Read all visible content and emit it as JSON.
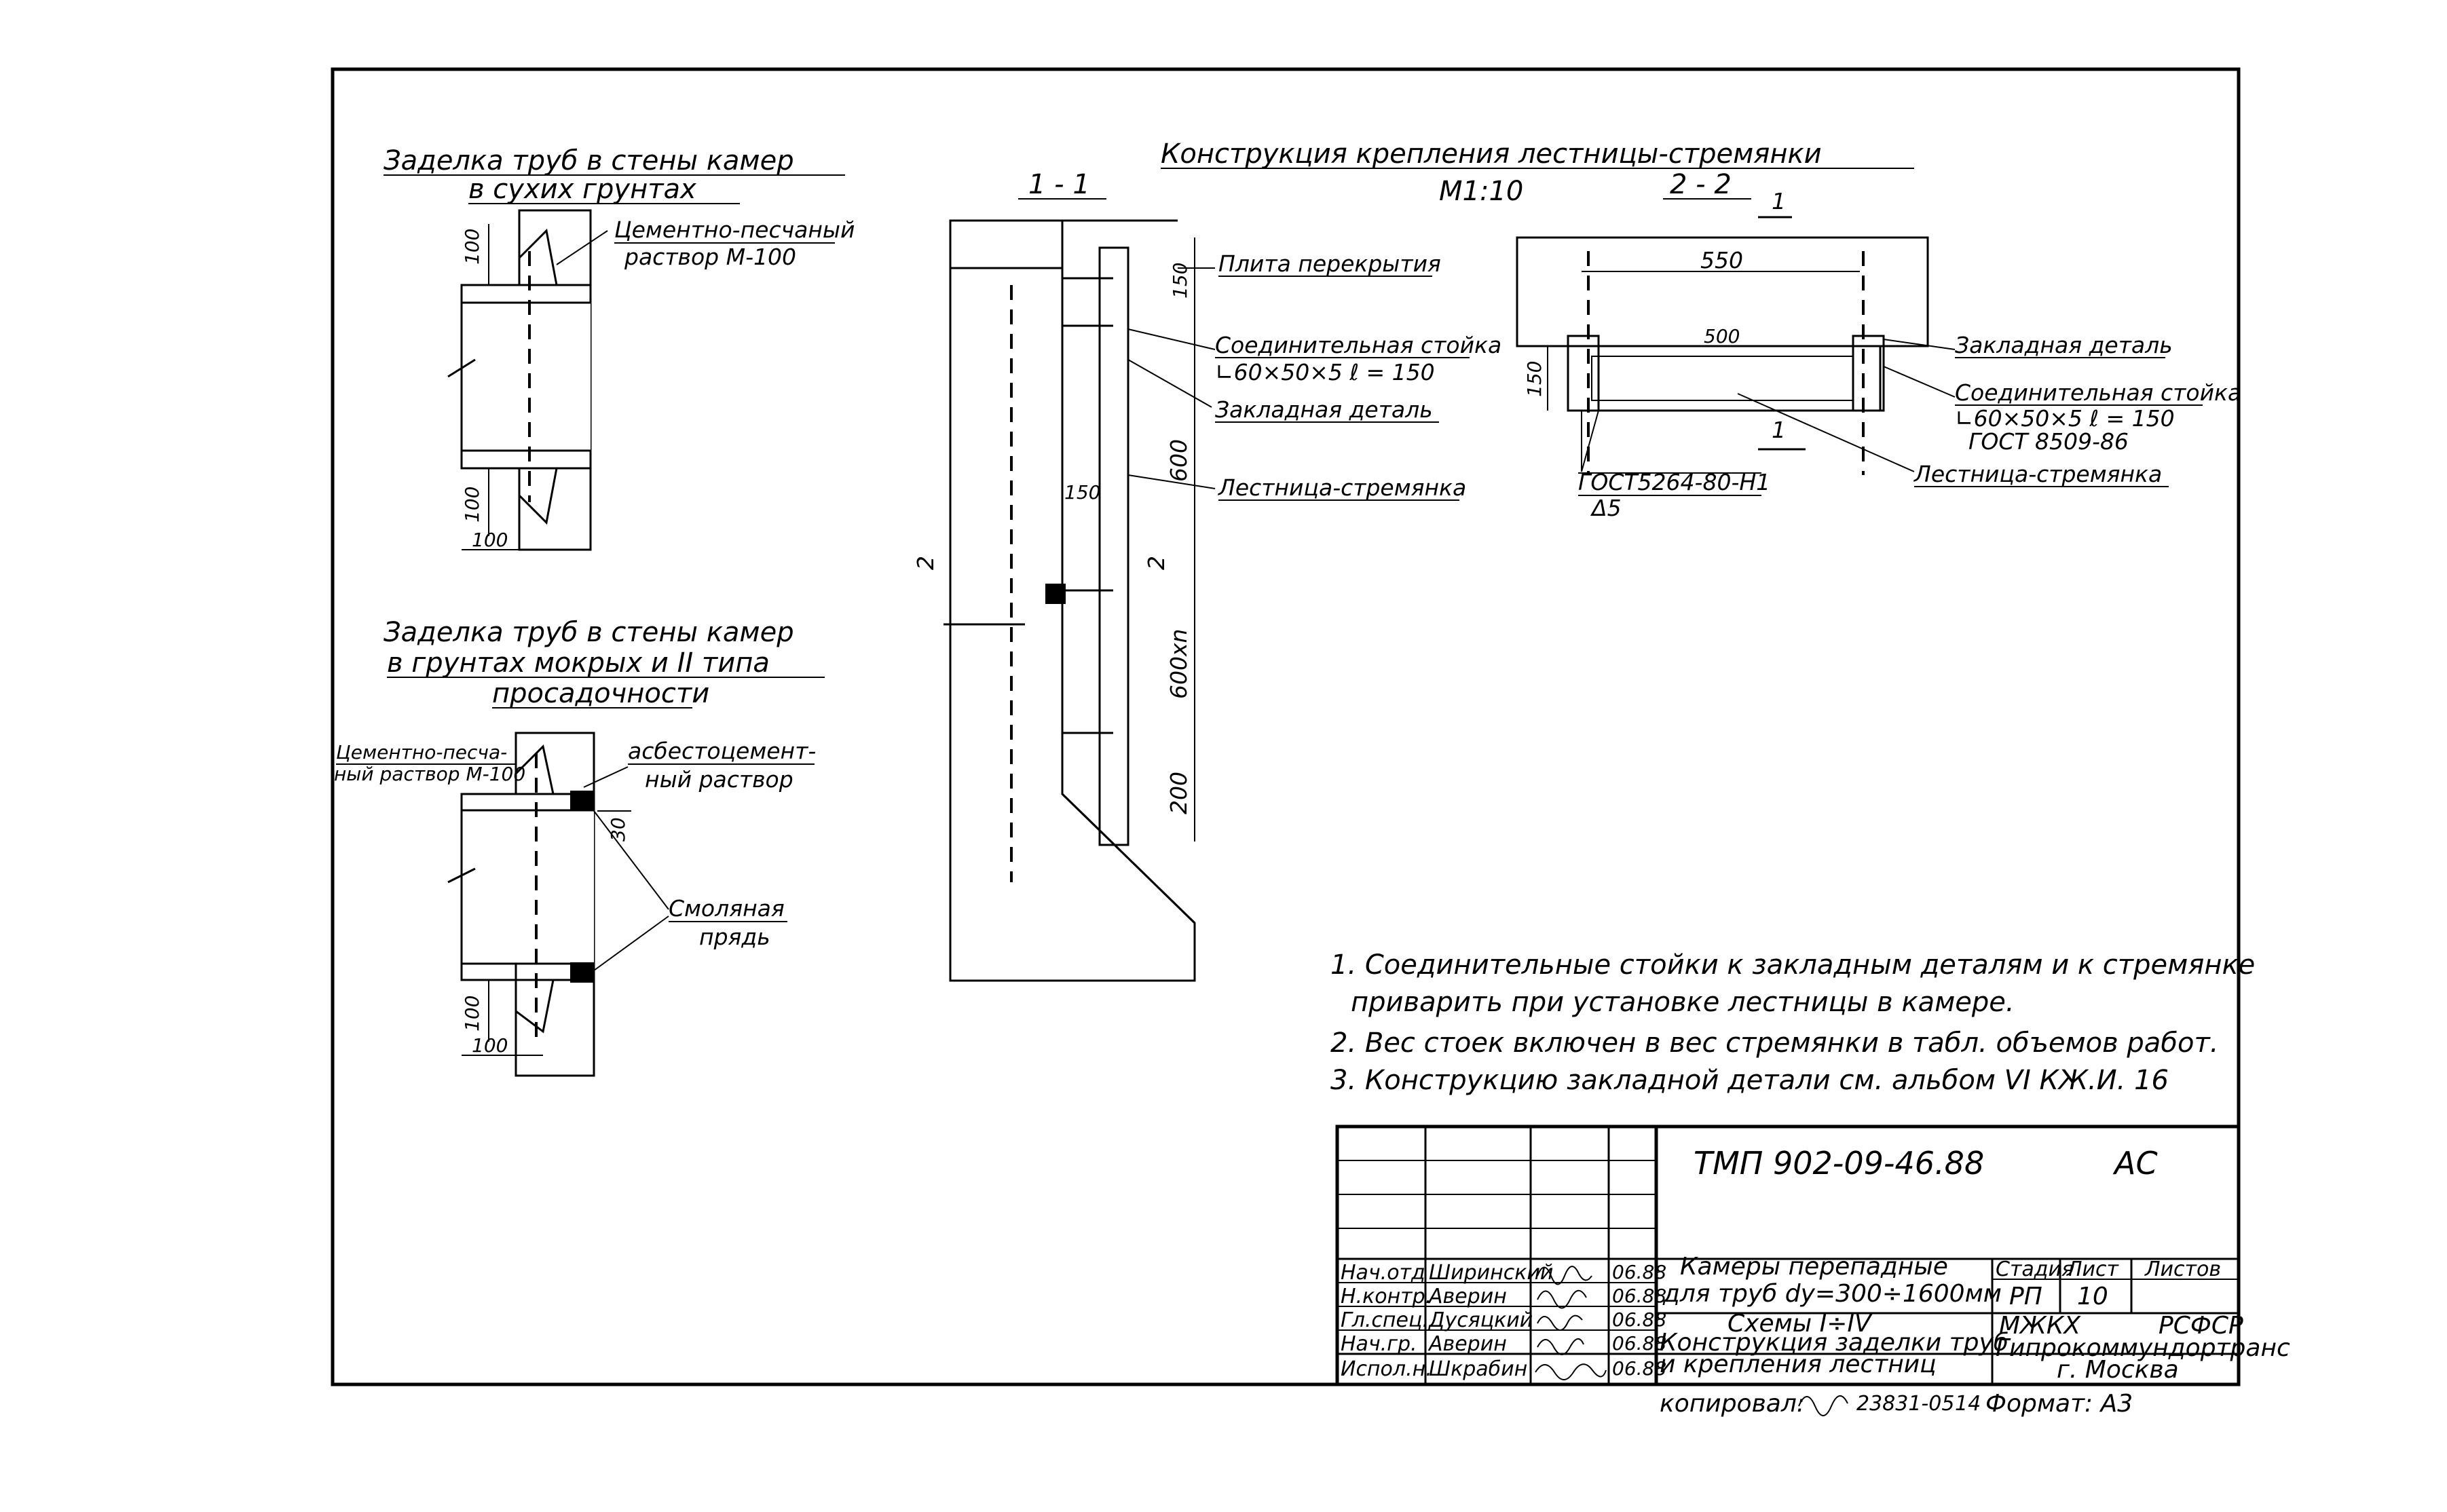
{
  "left_top": {
    "title_line1": "Заделка труб в стены камер",
    "title_line2": "в сухих грунтах",
    "mortar_label_line1": "Цементно-песчаный",
    "mortar_label_line2": "раствор М-100",
    "dim_100_top": "100",
    "dim_100_bottom": "100",
    "dim_100_horizontal": "100"
  },
  "left_bottom": {
    "title_line1": "Заделка труб в стены камер",
    "title_line2": "в грунтах мокрых и II типа",
    "title_line3": "просадочности",
    "mortar_label_line1": "Цементно-песча-",
    "mortar_label_line2": "ный раствор М-100",
    "asbestos_line1": "асбестоцемент-",
    "asbestos_line2": "ный раствор",
    "dim_30": "30",
    "tar_line1": "Смоляная",
    "tar_line2": "прядь",
    "dim_100_vertical": "100",
    "dim_100_horizontal": "100"
  },
  "middle": {
    "title": "Конструкция крепления лестницы-стремянки",
    "scale": "М1:10",
    "section_11": "1 - 1",
    "section_22_mark": "2",
    "dim_150_top": "150",
    "dim_150_mid": "150",
    "dim_600": "600",
    "dim_600xn": "600хn",
    "dim_200": "200",
    "labels": {
      "slab": "Плита перекрытия",
      "post_line1": "Соединительная стойка",
      "post_line2": "∟60×50×5   ℓ = 150",
      "embedded": "Закладная деталь",
      "ladder": "Лестница-стремянка"
    }
  },
  "right": {
    "section_22": "2 - 2",
    "section_mark": "1",
    "dim_550": "550",
    "dim_500": "500",
    "dim_150": "150",
    "embedded": "Закладная деталь",
    "post_line1": "Соединительная стойка",
    "post_line2": "∟60×50×5   ℓ = 150",
    "post_line3": "ГОСТ 8509-86",
    "weld_line1": "ГОСТ5264-80-Н1",
    "weld_line2": "Δ5",
    "ladder": "Лестница-стремянка"
  },
  "notes": [
    "1. Соединительные стойки к закладным деталям и к стремянке",
    "приварить при установке лестницы в камере.",
    "2. Вес стоек включен в вес стремянки в табл. объемов работ.",
    "3. Конструкцию закладной детали см. альбом VI  КЖ.И. 16"
  ],
  "title_block": {
    "code": "ТМП 902-09-46.88",
    "mark": "АС",
    "signatures": [
      {
        "role": "Нач.отд",
        "name": "Ширинский",
        "date": "06.88"
      },
      {
        "role": "Н.контр.",
        "name": "Аверин",
        "date": "06.88"
      },
      {
        "role": "Гл.спец.",
        "name": "Дусяцкий",
        "date": "06.88"
      },
      {
        "role": "Нач.гр.",
        "name": "Аверин",
        "date": "06.88"
      },
      {
        "role": "Испол.н.",
        "name": "Шкрабин",
        "date": "06.88"
      }
    ],
    "object_line1": "Камеры перепадные",
    "object_line2": "для труб dу=300÷1600мм",
    "sheet_line1": "Схемы I÷IV",
    "sheet_line2": "Конструкция заделки труб",
    "sheet_line3": "и крепления лестниц",
    "stage_header": "Стадия",
    "sheet_header": "Лист",
    "sheets_header": "Листов",
    "stage": "РП",
    "sheet": "10",
    "org_line1a": "МЖКХ",
    "org_line1b": "РСФСР",
    "org_line2": "Гипрокоммундортранс",
    "org_line3": "г. Москва"
  },
  "footer": {
    "copied": "копировал:",
    "order": "23831-05",
    "sheet_no": "14",
    "format": "Формат: А3"
  }
}
